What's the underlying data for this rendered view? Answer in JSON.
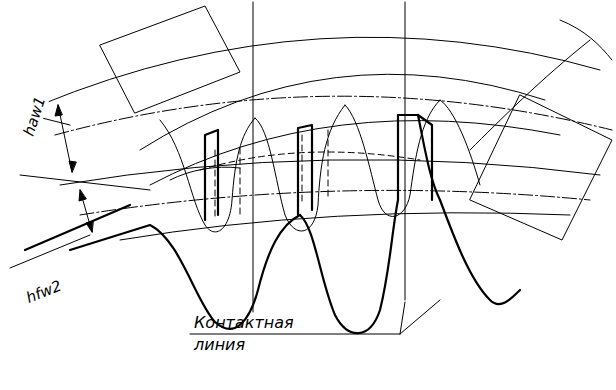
{
  "diagram": {
    "labels": [
      "haw1",
      "hfw2",
      "Контактная линия"
    ]
  }
}
